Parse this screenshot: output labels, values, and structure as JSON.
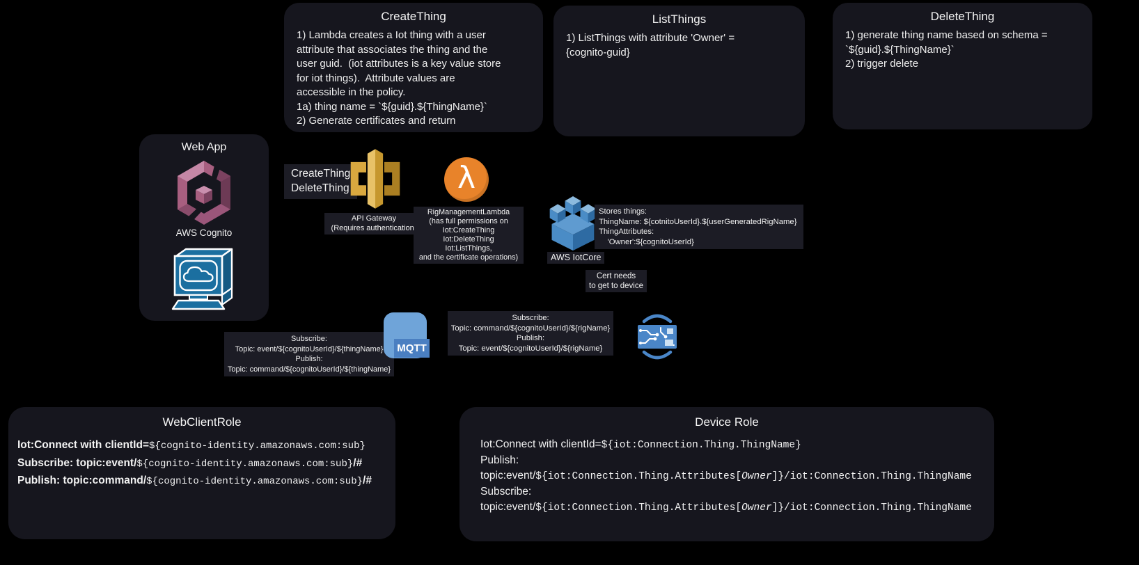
{
  "notes": {
    "create_thing": {
      "title": "CreateThing",
      "body": "1) Lambda creates a Iot thing with a user\nattribute that associates the thing and the\nuser guid.  (iot attributes is a key value store\nfor iot things).  Attribute values are\naccessible in the policy.\n1a) thing name = `${guid}.${ThingName}`\n2) Generate certificates and return"
    },
    "list_things": {
      "title": "ListThings",
      "body": "1) ListThings with attribute 'Owner' =\n{cognito-guid}"
    },
    "delete_thing": {
      "title": "DeleteThing",
      "body": "1) generate thing name based on schema =\n`${guid}.${ThingName}`\n2) trigger delete"
    }
  },
  "web_app": {
    "title": "Web App",
    "cognito_label": "AWS Cognito"
  },
  "api_gateway": {
    "ops_label": "CreateThing\nDeleteThing",
    "caption": "API Gateway\n(Requires authentication)"
  },
  "lambda": {
    "glyph": "λ",
    "caption": "RigManagementLambda\n(has full permissions on\nIot:CreateThing\nIot:DeleteThing\nIot:ListThings,\nand the certificate operations)"
  },
  "iot_core": {
    "label": "AWS IotCore",
    "stores": "Stores things:\nThingName: ${cotnitoUserId}.${userGeneratedRigName}\nThingAttributes:\n    'Owner':${cognitoUserId}",
    "cert_note": "Cert needs\nto get to device"
  },
  "mqtt": {
    "label": "MQTT",
    "web_topics": "Subscribe:\nTopic: event/${cognitoUserId}/${thingName}\nPublish:\nTopic: command/${cognitoUserId}/${thingName}",
    "device_topics": "Subscribe:\nTopic: command/${cognitoUserId}/${rigName}\nPublish:\nTopic: event/${cognitoUserId}/${rigName}"
  },
  "web_client_role": {
    "title": "WebClientRole",
    "lines": [
      {
        "prefix": "Iot:Connect with clientId=",
        "mono": "${cognito-identity.amazonaws.com:sub}",
        "suffix": ""
      },
      {
        "prefix": "Subscribe: topic:event/",
        "mono": "${cognito-identity.amazonaws.com:sub}",
        "suffix": "/#"
      },
      {
        "prefix": "Publish: topic:command/",
        "mono": "${cognito-identity.amazonaws.com:sub}",
        "suffix": "/#"
      }
    ]
  },
  "device_role": {
    "title": "Device Role",
    "connect": {
      "prefix": "Iot:Connect with clientId=",
      "mono": "${iot:Connection.Thing.ThingName}"
    },
    "publish_label": "Publish:",
    "subscribe_label": "Subscribe:",
    "topic": {
      "prefix": "topic:event/",
      "mono_a": "${iot:Connection.Thing.Attributes[",
      "italic": "Owner",
      "mono_b": "]}/iot:Connection.Thing.ThingName"
    }
  },
  "colors": {
    "background": "#000000",
    "panel_bg": "#16161e",
    "chip_bg": "#1c1c25",
    "text": "#f2f2f2",
    "cognito_maroon": "#a85f80",
    "api_gateway_gold": "#d9a83f",
    "lambda_orange": "#e8832a",
    "iot_core_blue": "#4a8cc6",
    "mqtt_blue": "#6fa4d9",
    "mqtt_band_blue": "#4a7fc1",
    "workstation_blue": "#1b6fa0",
    "pcb_blue": "#4a86c8"
  }
}
